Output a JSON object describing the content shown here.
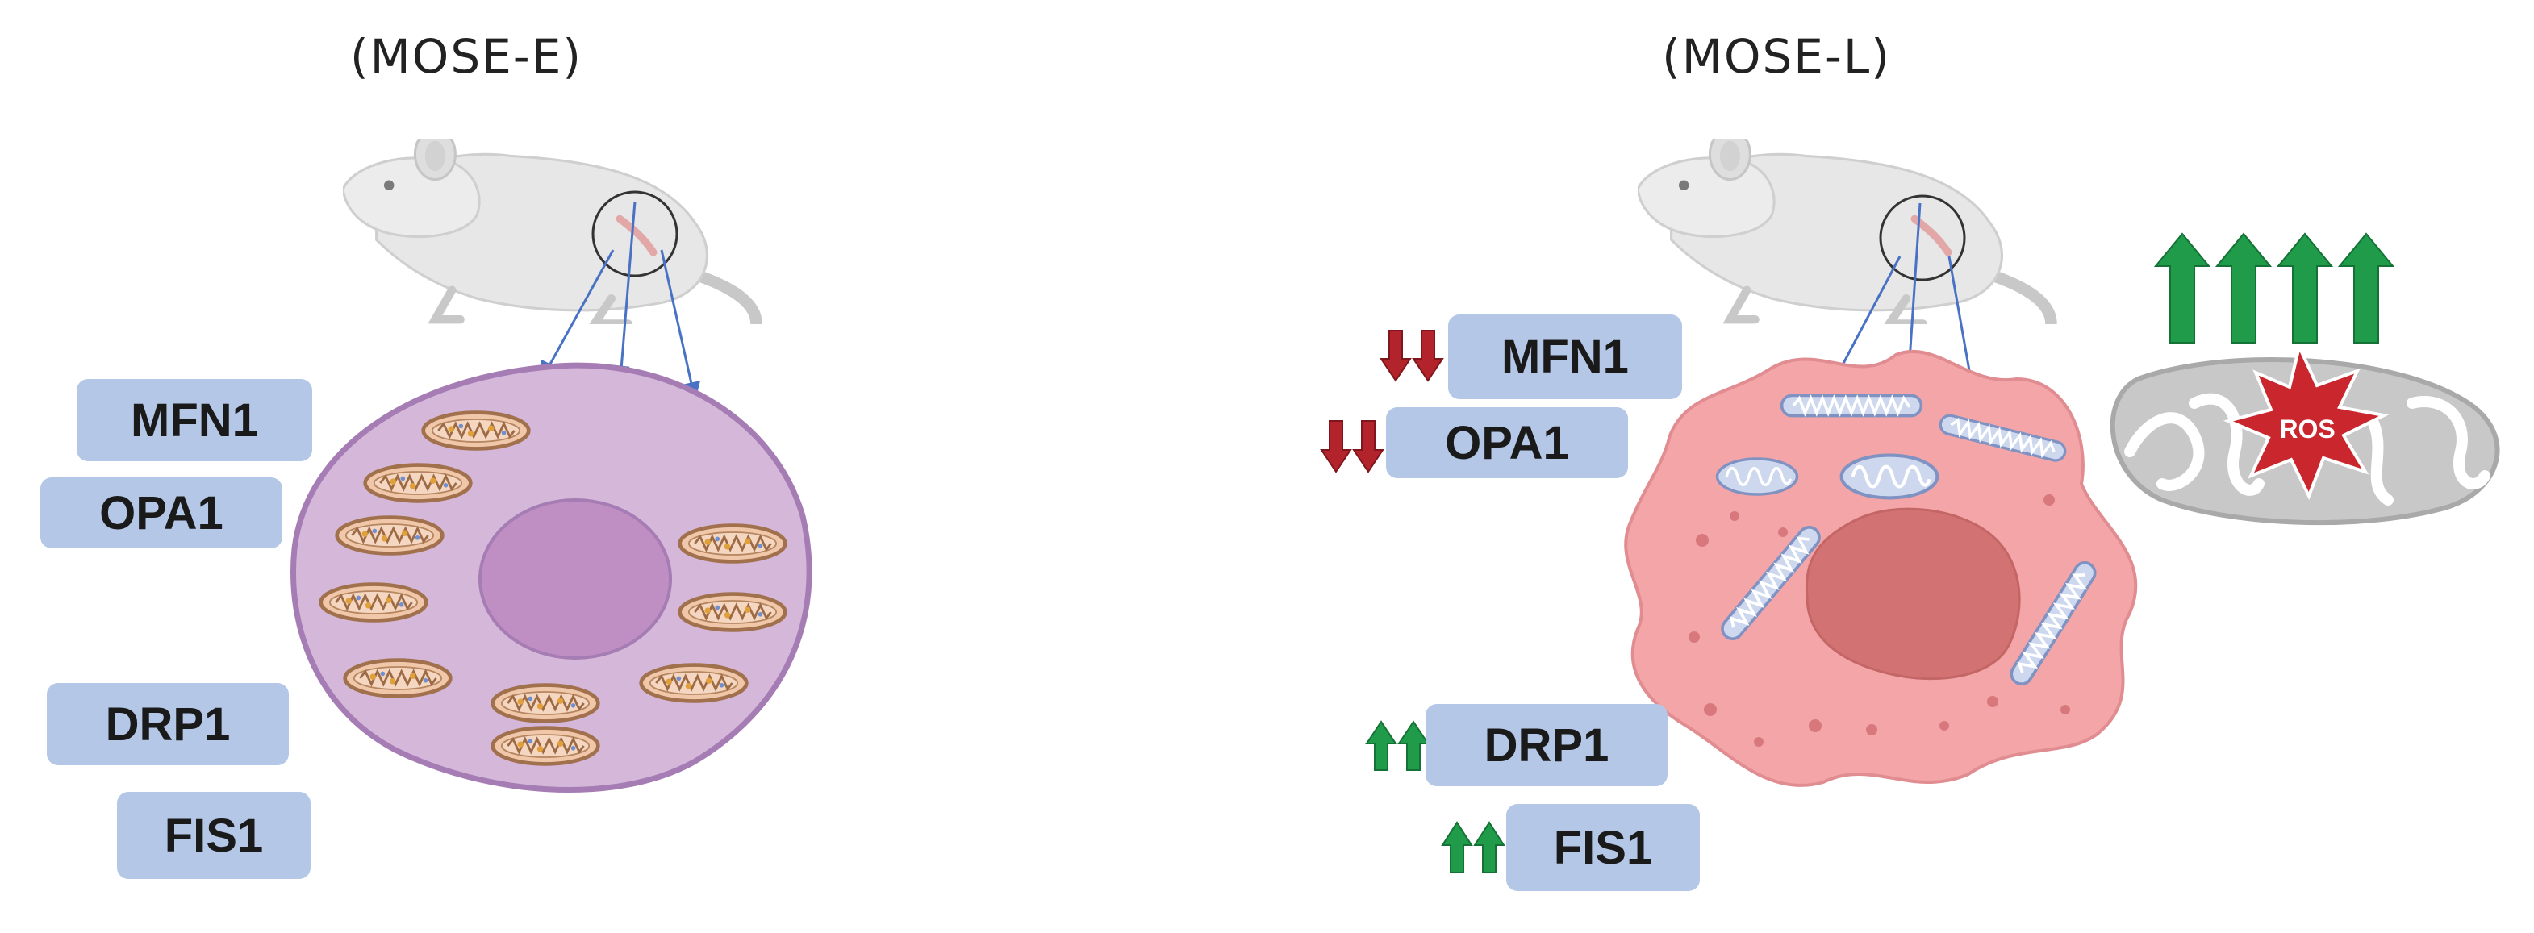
{
  "panels": {
    "left": {
      "title": "(MOSE-E)",
      "proteins": {
        "mfn1": "MFN1",
        "opa1": "OPA1",
        "drp1": "DRP1",
        "fis1": "FIS1"
      }
    },
    "right": {
      "title": "(MOSE-L)",
      "proteins": {
        "mfn1": "MFN1",
        "opa1": "OPA1",
        "drp1": "DRP1",
        "fis1": "FIS1"
      },
      "regulation": {
        "mfn1": "down",
        "opa1": "down",
        "drp1": "up",
        "fis1": "up"
      },
      "ros": {
        "label": "ROS",
        "up_arrow_count": 4
      }
    }
  },
  "colors": {
    "protein_box": "#b4c7e7",
    "healthy_cell": "#d5b8d9",
    "healthy_cell_border": "#a57cb4",
    "healthy_nucleus": "#bf8fc3",
    "tumor_cell": "#f3a5a8",
    "tumor_nucleus": "#d37272",
    "down_arrow": "#b3232c",
    "up_arrow": "#1f9b4a",
    "ros_burst": "#c9262d",
    "mito_gray": "#c8c8c8"
  },
  "icons": {
    "left_mouse": "mouse-icon",
    "right_mouse": "mouse-icon",
    "burst": "ros-burst-icon"
  }
}
